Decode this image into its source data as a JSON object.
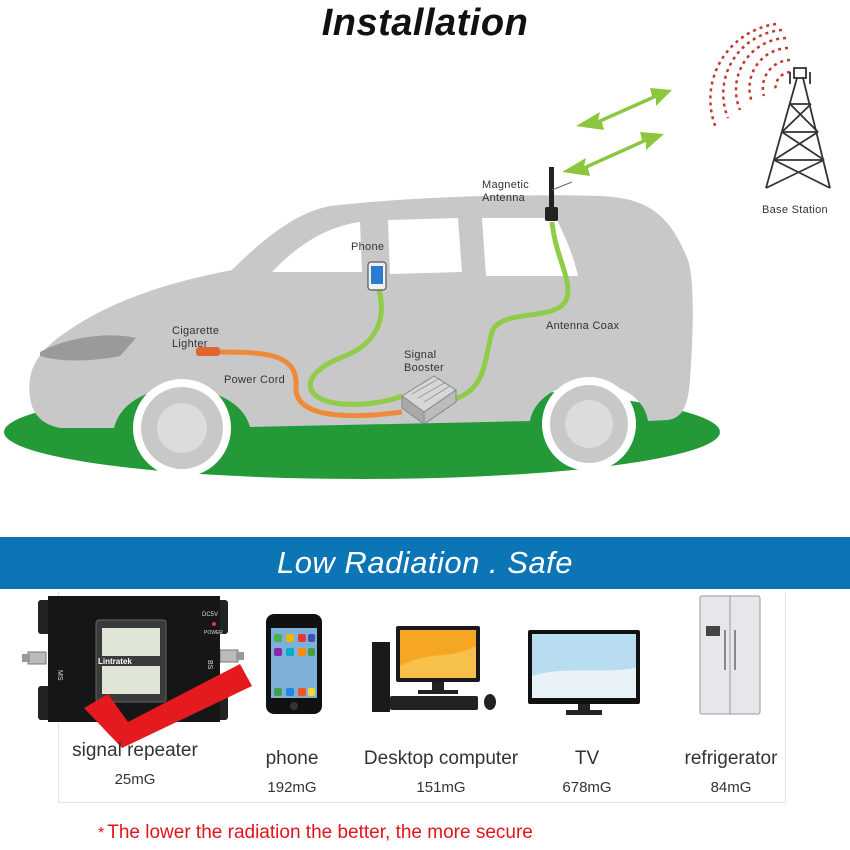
{
  "header": {
    "title": "Installation"
  },
  "diagram": {
    "labels": {
      "magnetic_antenna": "Magnetic\nAntenna",
      "base_station": "Base Station",
      "phone": "Phone",
      "cigarette_lighter": "Cigarette\nLighter",
      "power_cord": "Power Cord",
      "signal_booster": "Signal\nBooster",
      "antenna_coax": "Antenna Coax"
    },
    "colors": {
      "car": "#c8c8c8",
      "ground": "#239a37",
      "cable_green": "#8fcc4a",
      "cable_orange": "#ee8a3a",
      "arrow": "#8cc63f",
      "signal_waves": "#c0392b"
    },
    "icons": [
      "car-silhouette",
      "cell-tower-icon",
      "magnetic-antenna-icon",
      "smartphone-icon",
      "signal-booster-icon",
      "double-arrow-icon",
      "signal-waves-icon"
    ]
  },
  "banner": {
    "text": "Low Radiation . Safe",
    "color": "#0b75b6"
  },
  "device_brand": "Lintratek",
  "device_labels": {
    "dc": "DC5V",
    "power": "POWER",
    "ms": "MS",
    "bs": "BS"
  },
  "products": [
    {
      "name": "signal repeater",
      "value": "25mG"
    },
    {
      "name": "phone",
      "value": "192mG"
    },
    {
      "name": "Desktop computer",
      "value": "151mG"
    },
    {
      "name": "TV",
      "value": "678mG"
    },
    {
      "name": "refrigerator",
      "value": "84mG"
    }
  ],
  "footer": {
    "star": "*",
    "note": "The lower the radiation the better, the more secure",
    "color": "#e2141b"
  }
}
